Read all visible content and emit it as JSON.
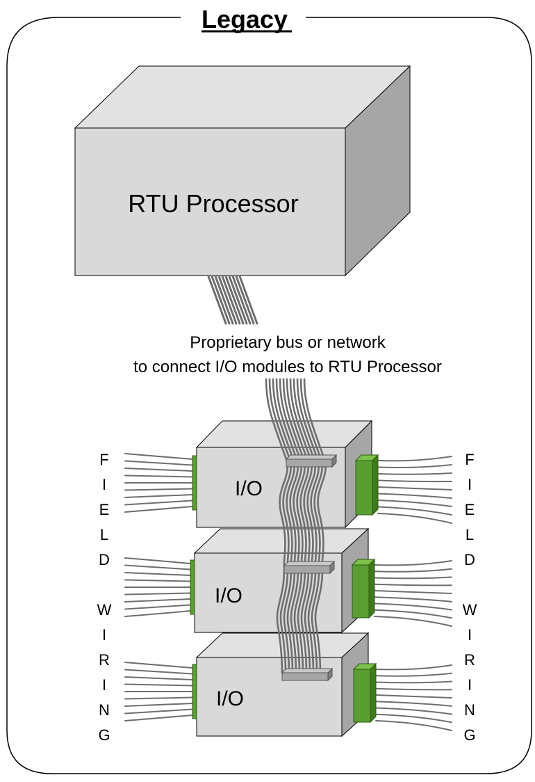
{
  "title": "Legacy",
  "processor": {
    "label": "RTU Processor"
  },
  "bus_caption": {
    "line1": "Proprietary bus or network",
    "line2": "to connect I/O modules to RTU Processor"
  },
  "io_modules": [
    {
      "label": "I/O"
    },
    {
      "label": "I/O"
    },
    {
      "label": "I/O"
    }
  ],
  "field_wiring": {
    "left": [
      "F",
      "I",
      "E",
      "L",
      "D",
      "",
      "W",
      "I",
      "R",
      "I",
      "N",
      "G"
    ],
    "right": [
      "F",
      "I",
      "E",
      "L",
      "D",
      "",
      "W",
      "I",
      "R",
      "I",
      "N",
      "G"
    ]
  },
  "colors": {
    "box_front": "#d9d9d9",
    "box_top": "#e2e2e2",
    "box_side": "#a6a6a6",
    "cable": "#6e6e6e",
    "terminal_green": "#5a9e32",
    "connector_gray": "#a6a6a6"
  }
}
